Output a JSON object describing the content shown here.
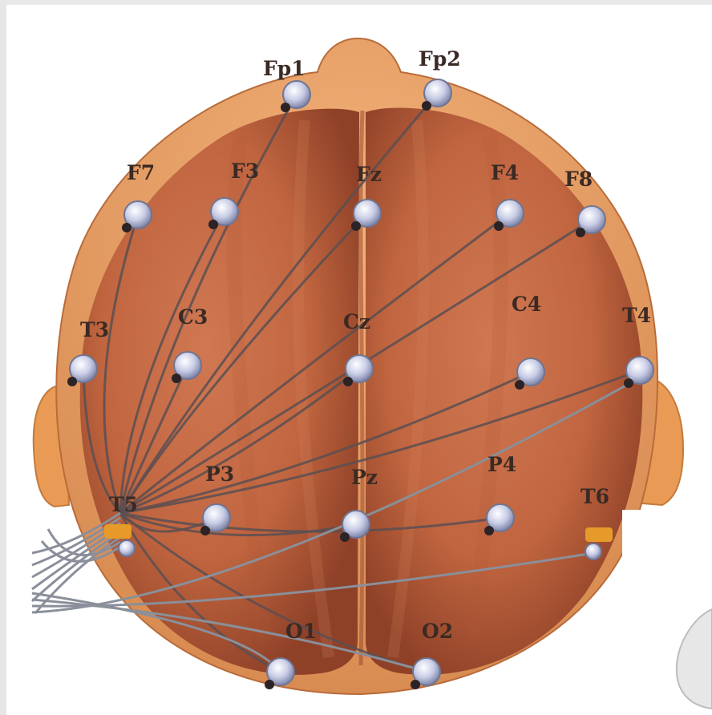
{
  "figure": {
    "electrode_labels": {
      "fp1": "Fp1",
      "fp2": "Fp2",
      "f7": "F7",
      "f3": "F3",
      "fz": "Fz",
      "f4": "F4",
      "f8": "F8",
      "t3": "T3",
      "c3": "C3",
      "cz": "Cz",
      "c4": "C4",
      "t4": "T4",
      "t5": "T5",
      "p3": "P3",
      "pz": "Pz",
      "p4": "P4",
      "t6": "T6",
      "o1": "O1",
      "o2": "O2"
    },
    "colors": {
      "skin": "#e9a56a",
      "cortex": "#c56a44",
      "cortex_dark": "#9e4b30",
      "wire": "#5b4f52",
      "electrode": "#d4d8ee",
      "reference_clip": "#e59a2a"
    }
  }
}
